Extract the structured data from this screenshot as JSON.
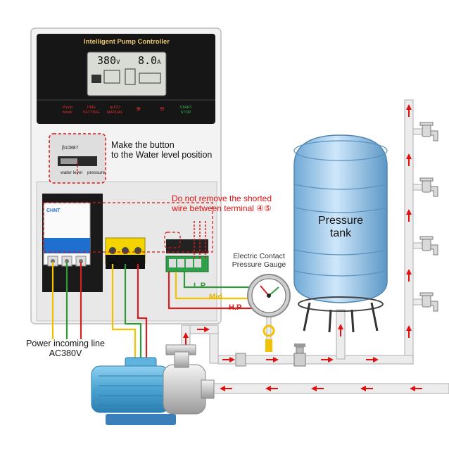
{
  "controller": {
    "title": "Intelligent Pump Controller",
    "lcd": {
      "voltage": "380",
      "voltage_unit": "V",
      "current": "8.0",
      "current_unit": "A"
    },
    "buttons": [
      {
        "line1": "Pump",
        "line2": "Mode"
      },
      {
        "line1": "TIME",
        "line2": "SETTING"
      },
      {
        "line1": "AUTO",
        "line2": "MANUAL"
      },
      {
        "line1": "⊕",
        "line2": ""
      },
      {
        "line1": "⊖",
        "line2": ""
      },
      {
        "line1": "START",
        "line2": "STOP"
      }
    ],
    "switch": {
      "code": "β10887",
      "label_left": "water level",
      "label_right": "pressure"
    }
  },
  "annotations": {
    "button_note_line1": "Make the button",
    "button_note_line2": "to the Water level position",
    "warning_line1": "Do not remove the shorted",
    "warning_line2": "wire between terminal ④⑤",
    "gauge_line1": "Electric Contact",
    "gauge_line2": "Pressure Gauge",
    "power_line1": "Power incoming line",
    "power_line2": "AC380V",
    "tank_line1": "Pressure",
    "tank_line2": "tank",
    "lp": "L.P",
    "mid": "Mid",
    "hp": "H.P",
    "breaker_brand": "CHNT"
  },
  "colors": {
    "wire_yellow": "#f2c200",
    "wire_green": "#2e9a3a",
    "wire_red": "#d42020",
    "arrow_red": "#e01010",
    "pipe": "#e6e6e6",
    "tank_blue": "#a9d3f2",
    "breaker_blue": "#1f6fd0",
    "pump_blue": "#5fb3dc",
    "lcd_bg": "#d9dcd4"
  }
}
